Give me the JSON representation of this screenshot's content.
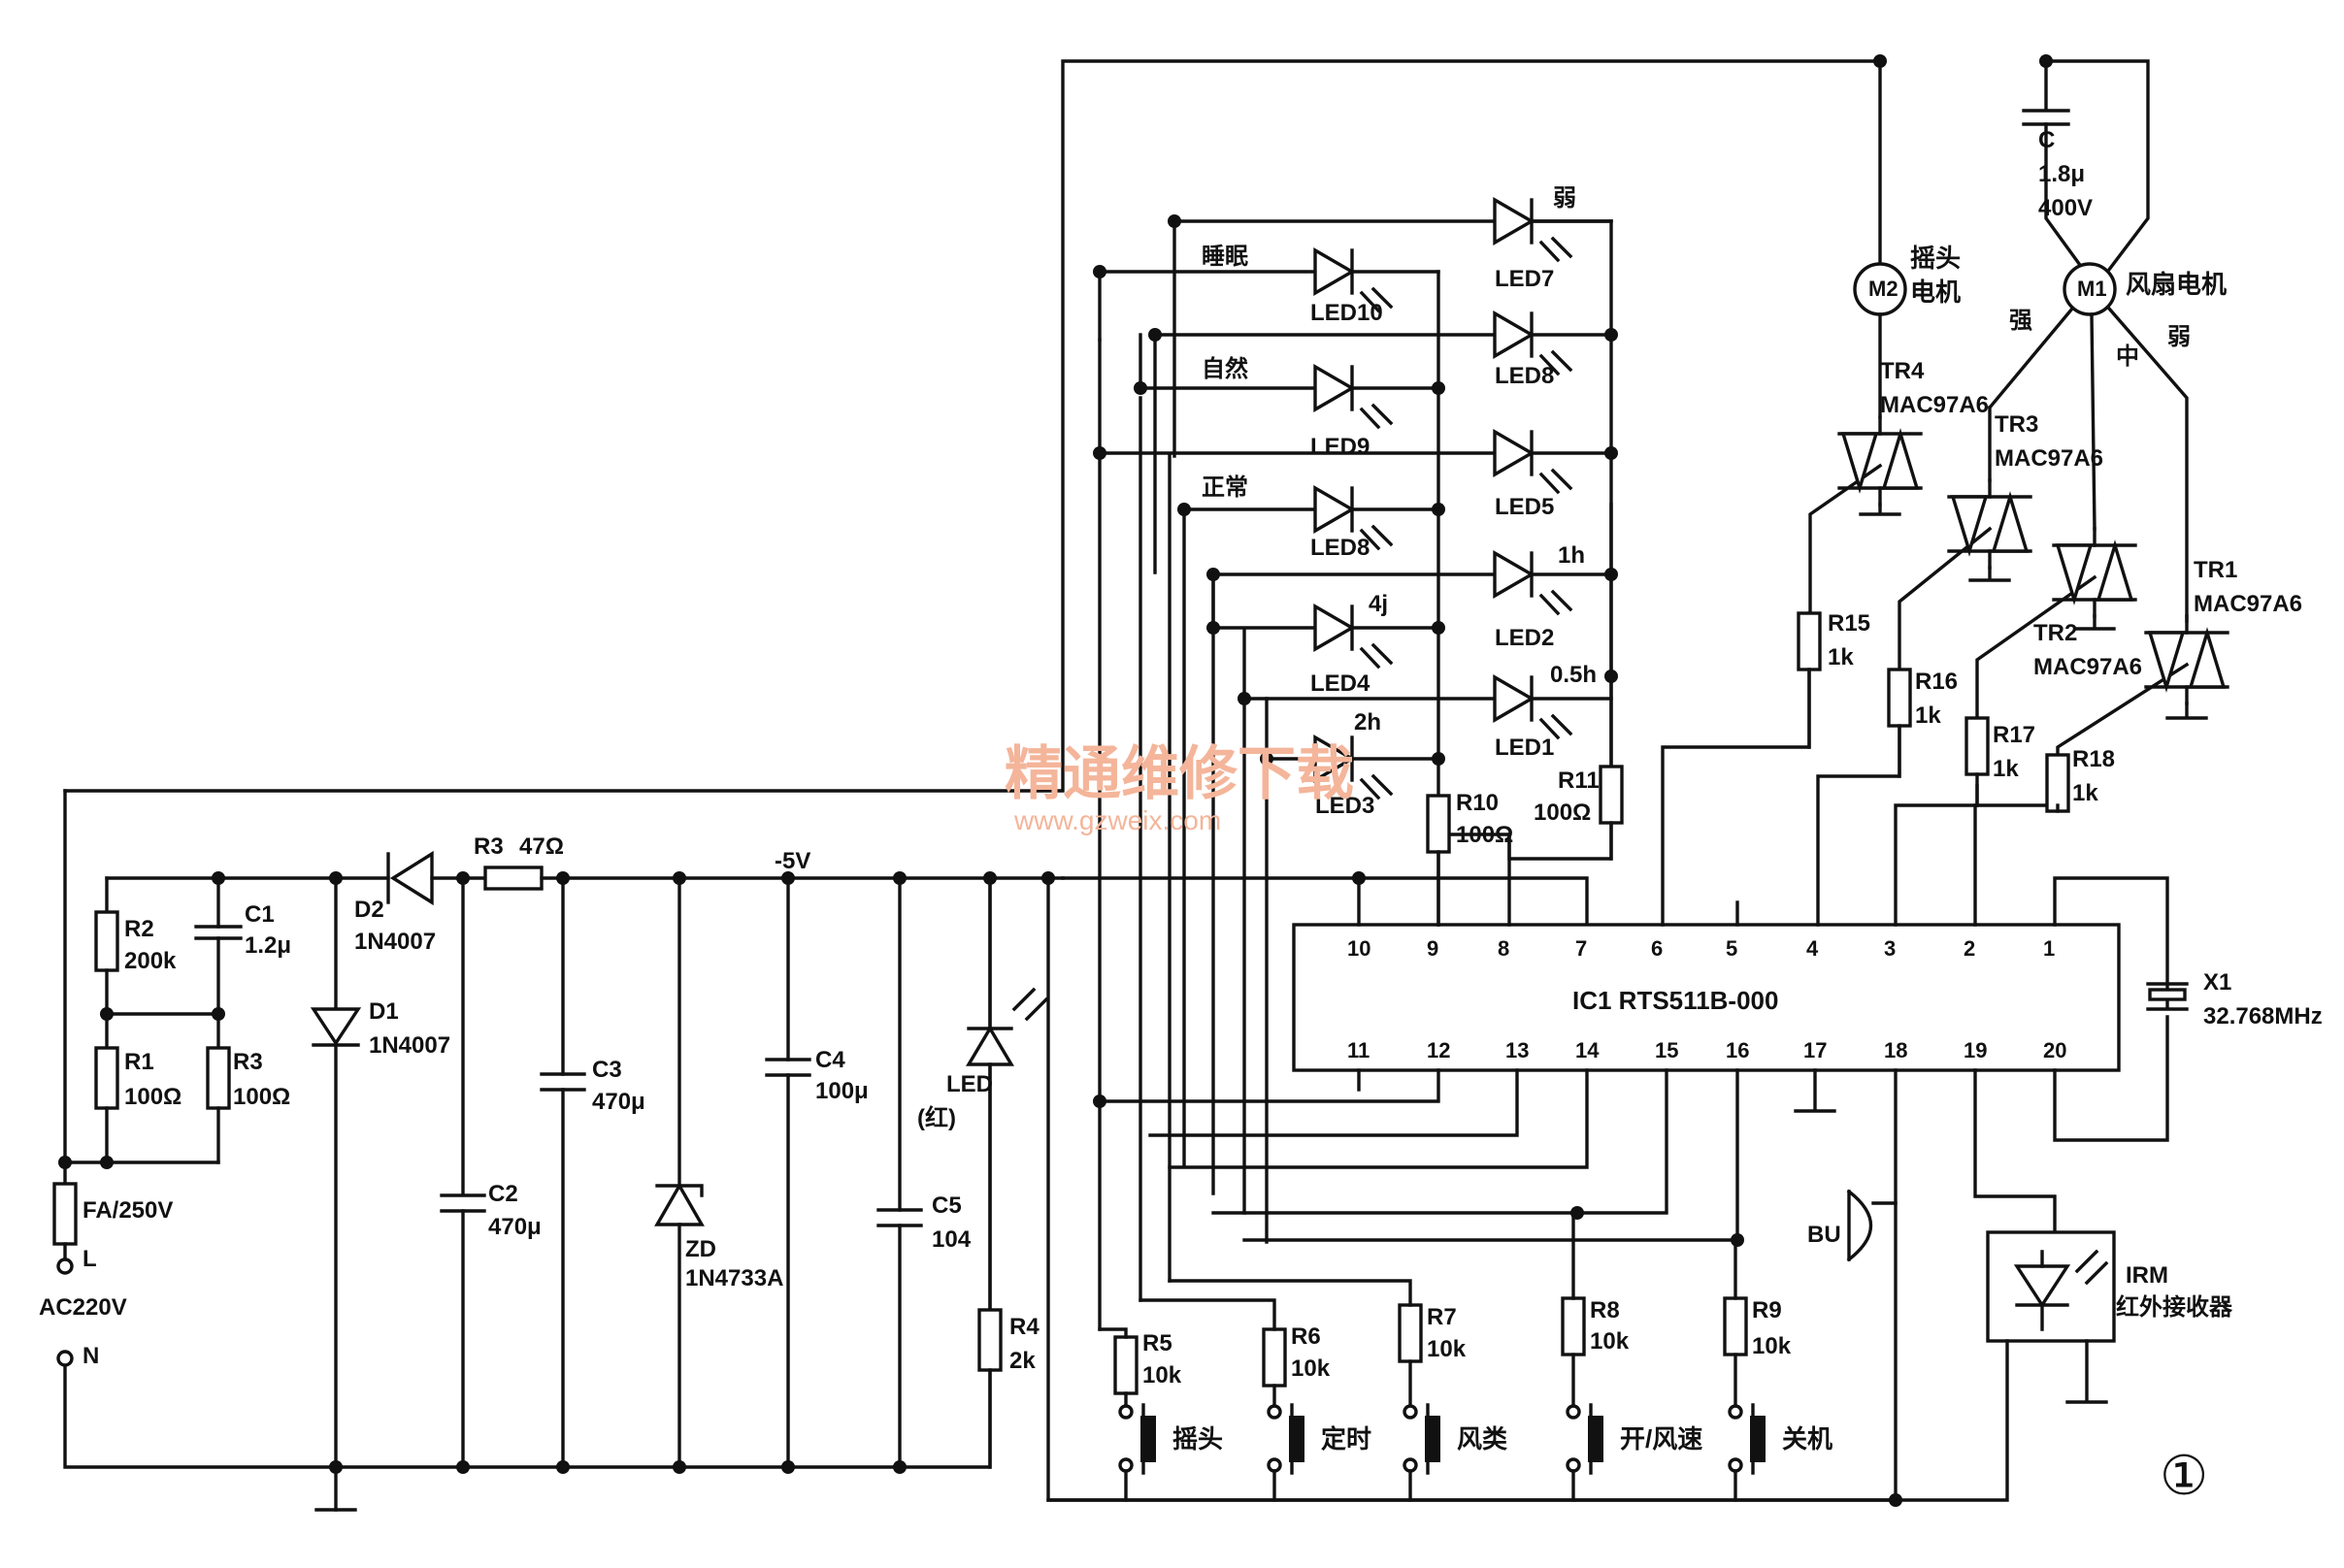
{
  "components": {
    "r1": {
      "ref": "R1",
      "value": "100Ω"
    },
    "r2": {
      "ref": "R2",
      "value": "200k"
    },
    "r3": {
      "ref": "R3",
      "value": "100Ω"
    },
    "c1": {
      "ref": "C1",
      "value": "1.2μ"
    },
    "fuse": {
      "label": "FA/250V"
    },
    "ac_l": "L",
    "ac_n": "N",
    "ac_label": "AC220V",
    "d1": {
      "ref": "D1",
      "value": "1N4007"
    },
    "d2": {
      "ref": "D2",
      "value": "1N4007"
    },
    "r3b": {
      "ref": "R3",
      "value": "47Ω"
    },
    "c2": {
      "ref": "C2",
      "value": "470μ"
    },
    "c3": {
      "ref": "C3",
      "value": "470μ"
    },
    "zd": {
      "ref": "ZD",
      "value": "1N4733A"
    },
    "rail": "-5V",
    "c4": {
      "ref": "C4",
      "value": "100μ"
    },
    "c5": {
      "ref": "C5",
      "value": "104"
    },
    "led_red": {
      "ref": "LED",
      "value": "(红)"
    },
    "r4": {
      "ref": "R4",
      "value": "2k"
    },
    "r10": {
      "ref": "R10",
      "value": "100Ω"
    },
    "r11": {
      "ref": "R11",
      "value": "100Ω"
    },
    "r5": {
      "ref": "R5",
      "value": "10k"
    },
    "r6": {
      "ref": "R6",
      "value": "10k"
    },
    "r7": {
      "ref": "R7",
      "value": "10k"
    },
    "r8": {
      "ref": "R8",
      "value": "10k"
    },
    "r9": {
      "ref": "R9",
      "value": "10k"
    },
    "r15": {
      "ref": "R15",
      "value": "1k"
    },
    "r16": {
      "ref": "R16",
      "value": "1k"
    },
    "r17": {
      "ref": "R17",
      "value": "1k"
    },
    "r18": {
      "ref": "R18",
      "value": "1k"
    },
    "x1": {
      "ref": "X1",
      "value": "32.768MHz"
    },
    "ic": "IC1 RTS511B-000",
    "bu": "BU",
    "irm": {
      "ref": "IRM",
      "value": "红外接收器"
    },
    "c_fan": {
      "ref": "C",
      "value": "1.8μ",
      "voltage": "400V"
    },
    "m1": {
      "ref": "M1",
      "desc": "风扇电机"
    },
    "m2": {
      "ref": "M2",
      "desc_1": "摇头",
      "desc_2": "电机"
    },
    "tr1": {
      "ref": "TR1",
      "value": "MAC97A6"
    },
    "tr2": {
      "ref": "TR2",
      "value": "MAC97A6"
    },
    "tr3": {
      "ref": "TR3",
      "value": "MAC97A6"
    },
    "tr4": {
      "ref": "TR4",
      "value": "MAC97A6"
    },
    "speed_strong": "强",
    "speed_mid": "中",
    "speed_weak": "弱"
  },
  "leds": [
    {
      "ref": "LED7",
      "tag": "弱"
    },
    {
      "ref": "LED10",
      "tag": "睡眠"
    },
    {
      "ref": "LED8",
      "tag": ""
    },
    {
      "ref": "LED9",
      "tag": "自然"
    },
    {
      "ref": "LED5",
      "tag": ""
    },
    {
      "ref": "LED8",
      "tag": "正常"
    },
    {
      "ref": "LED2",
      "tag": "1h"
    },
    {
      "ref": "LED4",
      "tag": "4j"
    },
    {
      "ref": "LED1",
      "tag": "0.5h"
    },
    {
      "ref": "LED3",
      "tag": "2h"
    }
  ],
  "ic_pins_top": [
    "10",
    "9",
    "8",
    "7",
    "6",
    "5",
    "4",
    "3",
    "2",
    "1"
  ],
  "ic_pins_bottom": [
    "11",
    "12",
    "13",
    "14",
    "15",
    "16",
    "17",
    "18",
    "19",
    "20"
  ],
  "buttons": [
    "摇头",
    "定时",
    "风类",
    "开/风速",
    "关机"
  ],
  "figure_number": "①",
  "watermark": {
    "title": "精通维修下载",
    "url": "www.gzweix.com"
  }
}
